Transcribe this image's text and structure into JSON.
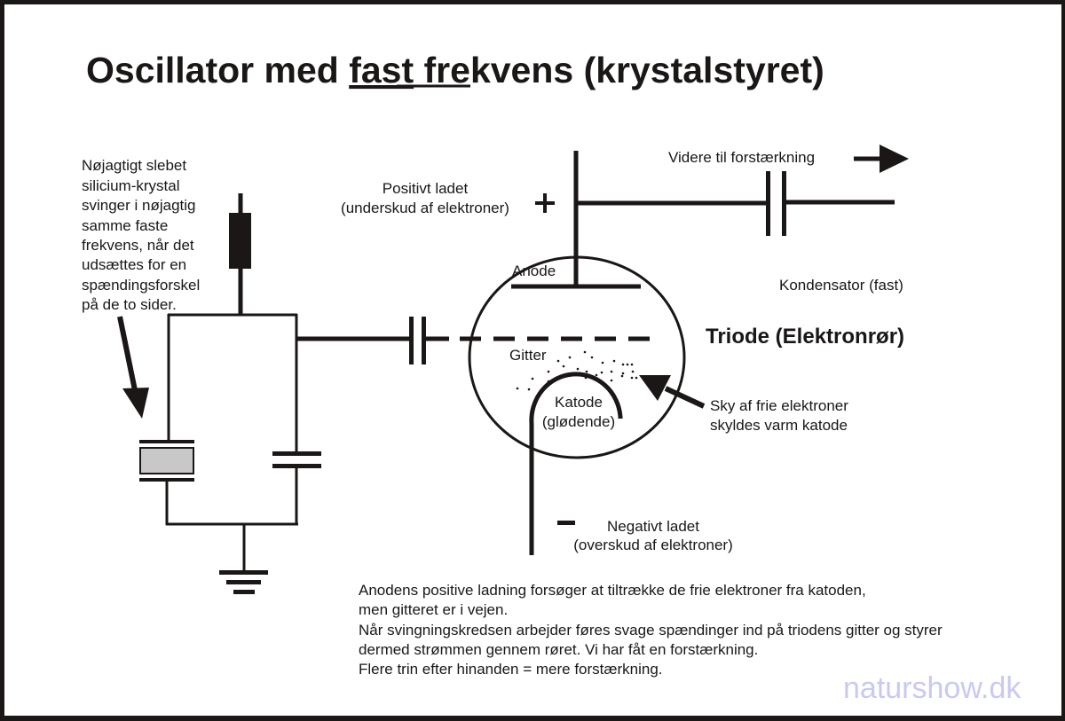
{
  "title": {
    "part1": "Oscillator  med ",
    "underlined": "fast",
    "part2": " frekvens (krystalstyret)"
  },
  "crystal_note": {
    "lines": [
      "Nøjagtigt slebet",
      "silicium-krystal",
      "svinger i nøjagtig",
      "samme faste",
      "frekvens, når det",
      "udsættes for en",
      "spændingsforskel",
      "på de to sider."
    ]
  },
  "positive_label": {
    "line1": "Positivt ladet",
    "line2": "(underskud af elektroner)",
    "sign": "+"
  },
  "output_label": "Videre til forstærkning",
  "capacitor_label": "Kondensator (fast)",
  "anode_label": "Anode",
  "triode_label": "Triode (Elektronrør)",
  "grid_label": "Gitter",
  "cathode_label": {
    "line1": "Katode",
    "line2": "(glødende)"
  },
  "electron_cloud_label": {
    "line1": "Sky af frie elektroner",
    "line2": "skyldes varm katode"
  },
  "negative_label": {
    "sign": "–",
    "line1": "Negativt ladet",
    "line2": "(overskud af elektroner)"
  },
  "explanation": {
    "lines": [
      "Anodens positive ladning forsøger at tiltrække de frie elektroner fra katoden,",
      "men gitteret er i vejen.",
      "Når svingningskredsen arbejder føres svage spændinger ind på triodens gitter og styrer",
      "dermed strømmen gennem røret. Vi har fåt en forstærkning.",
      "Flere trin efter hinanden = mere forstærkning."
    ]
  },
  "watermark": "naturshow.dk",
  "colors": {
    "ink": "#1a1716",
    "crystal_fill": "#c8c8c8",
    "watermark": "#c9c9f2",
    "background": "#ffffff"
  }
}
